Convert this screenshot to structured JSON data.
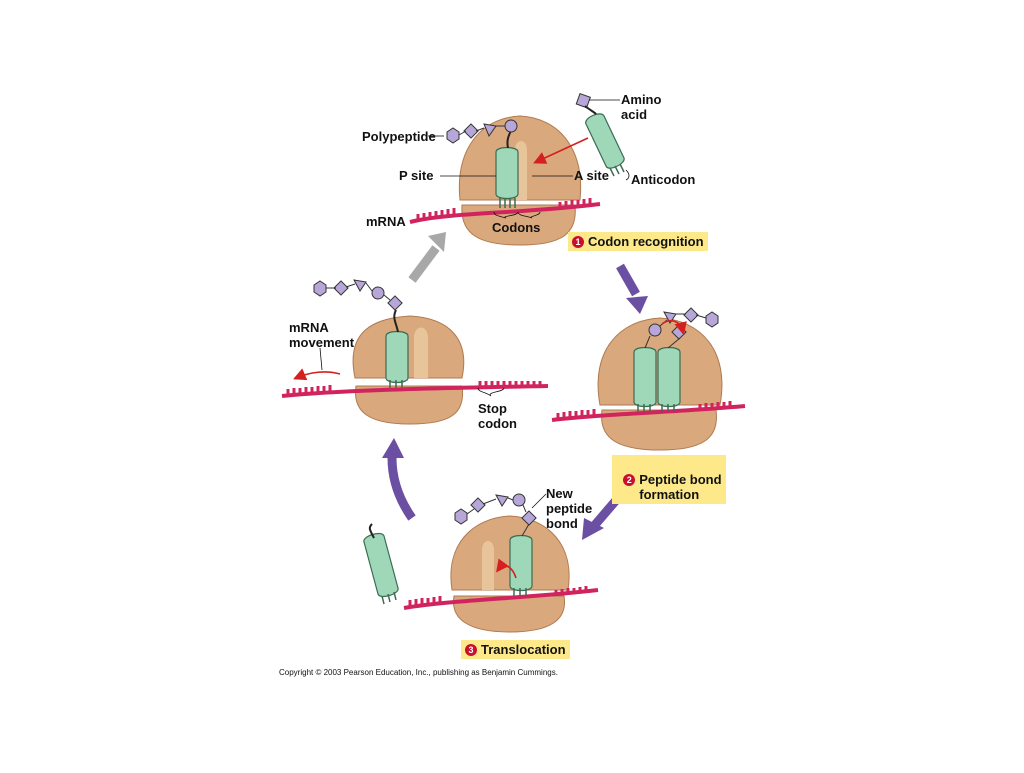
{
  "labels": {
    "amino_acid": "Amino\nacid",
    "polypeptide": "Polypeptide",
    "p_site": "P site",
    "a_site": "A site",
    "anticodon": "Anticodon",
    "mrna": "mRNA",
    "codons": "Codons",
    "mrna_movement": "mRNA\nmovement",
    "stop_codon": "Stop\ncodon",
    "new_peptide_bond": "New\npeptide\nbond"
  },
  "steps": [
    {
      "number": "1",
      "label": "Codon recognition"
    },
    {
      "number": "2",
      "label": "Peptide bond\nformation"
    },
    {
      "number": "3",
      "label": "Translocation"
    }
  ],
  "copyright": "Copyright © 2003 Pearson Education, Inc., publishing as Benjamin Cummings.",
  "colors": {
    "ribosome": "#d9a87c",
    "ribosome_stroke": "#b07a50",
    "trna": "#9ed8b8",
    "trna_stroke": "#3c6b52",
    "mrna": "#d1245f",
    "amino_acid": "#b7a7d9",
    "cycle_arrow": "#6a4fa3",
    "return_arrow": "#a8a8a8",
    "movement_arrow": "#d42020",
    "step_box": "#fde98a",
    "step_number": "#c8102e"
  }
}
